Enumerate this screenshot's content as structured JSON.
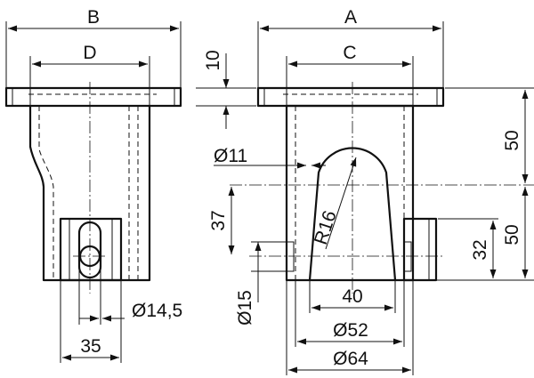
{
  "dimensions": {
    "a": "A",
    "b": "B",
    "c": "C",
    "d": "D",
    "flange_thickness": "10",
    "upper_height": "50",
    "lower_height": "50",
    "boss_offset": "32",
    "slot_height": "37",
    "hole_small": "Ø11",
    "hole_pin": "Ø15",
    "rib_radius": "R16",
    "slot_width": "Ø14,5",
    "boss_width": "35",
    "rib_width": "40",
    "base_inner": "Ø52",
    "base_outer": "Ø64"
  }
}
